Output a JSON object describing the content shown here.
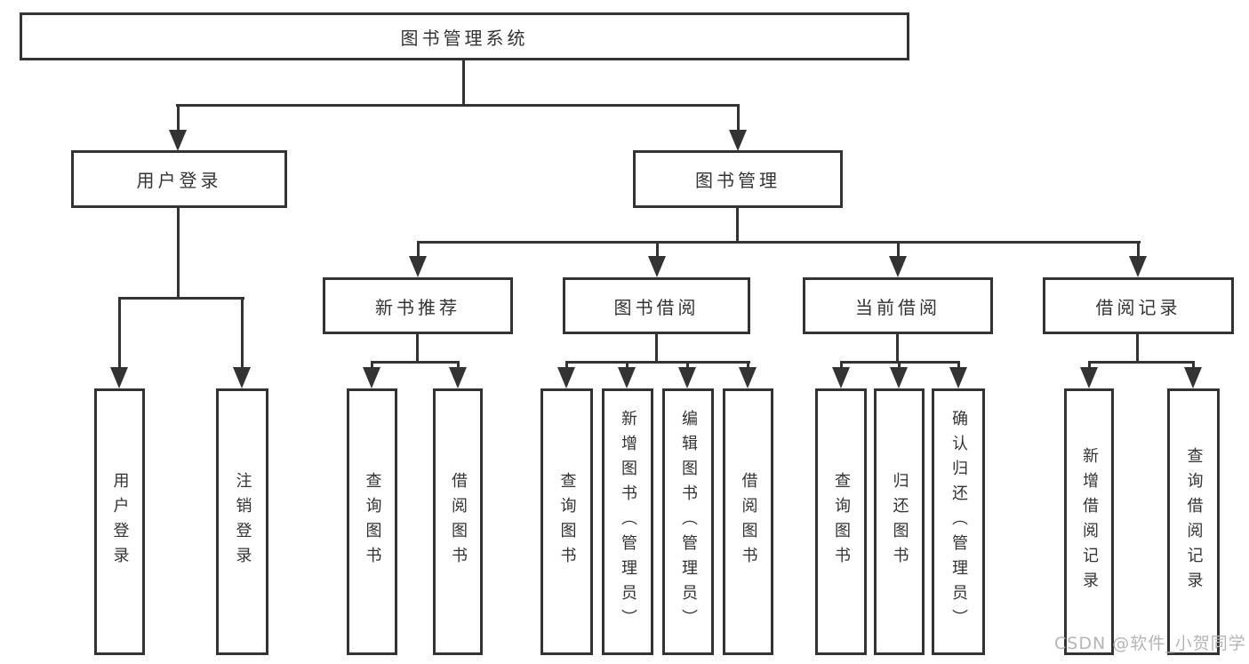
{
  "diagram_type": "tree",
  "colors": {
    "line": "#333333",
    "border": "#333333",
    "text": "#333333",
    "background": "#ffffff",
    "watermark": "#b5b5b5"
  },
  "tree": {
    "root": {
      "label": "图书管理系统"
    },
    "branches": [
      {
        "label": "用户登录",
        "children": [
          {
            "label": "用户登录"
          },
          {
            "label": "注销登录"
          }
        ]
      },
      {
        "label": "图书管理",
        "children": [
          {
            "label": "新书推荐",
            "children": [
              {
                "label": "查询图书"
              },
              {
                "label": "借阅图书"
              }
            ]
          },
          {
            "label": "图书借阅",
            "children": [
              {
                "label": "查询图书"
              },
              {
                "label": "新增图书（管理员）"
              },
              {
                "label": "编辑图书（管理员）"
              },
              {
                "label": "借阅图书"
              }
            ]
          },
          {
            "label": "当前借阅",
            "children": [
              {
                "label": "查询图书"
              },
              {
                "label": "归还图书"
              },
              {
                "label": "确认归还（管理员）"
              }
            ]
          },
          {
            "label": "借阅记录",
            "children": [
              {
                "label": "新增借阅记录"
              },
              {
                "label": "查询借阅记录"
              }
            ]
          }
        ]
      }
    ]
  },
  "watermark": {
    "text": "CSDN @软件_小贺同学"
  }
}
